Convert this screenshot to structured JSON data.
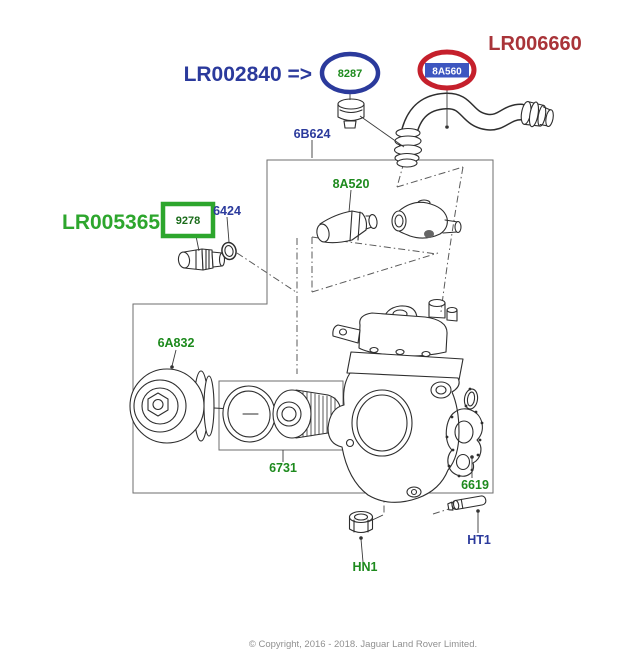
{
  "colors": {
    "navy": "#2b3a9c",
    "green": "#1d8a1d",
    "bright_green": "#2da62d",
    "dark_green": "#1a6b1a",
    "red_oval": "#c5202c",
    "dark_red": "#a93439",
    "highlight_bg": "#3d56c0",
    "highlight_text": "#ffffff"
  },
  "annotations": {
    "lr002840": "LR002840 =>",
    "lr006660": "LR006660",
    "lr005365": "LR005365"
  },
  "part_numbers": {
    "p8287": "8287",
    "p8a560": "8A560",
    "p9278": "9278",
    "p6b624": "6B624",
    "p8a520": "8A520",
    "p6424": "6424",
    "p6a832": "6A832",
    "p6731": "6731",
    "p6619": "6619",
    "ht1": "HT1",
    "hn1": "HN1"
  },
  "footer": {
    "copyright": "© Copyright, 2016 - 2018. Jaguar Land Rover Limited."
  }
}
